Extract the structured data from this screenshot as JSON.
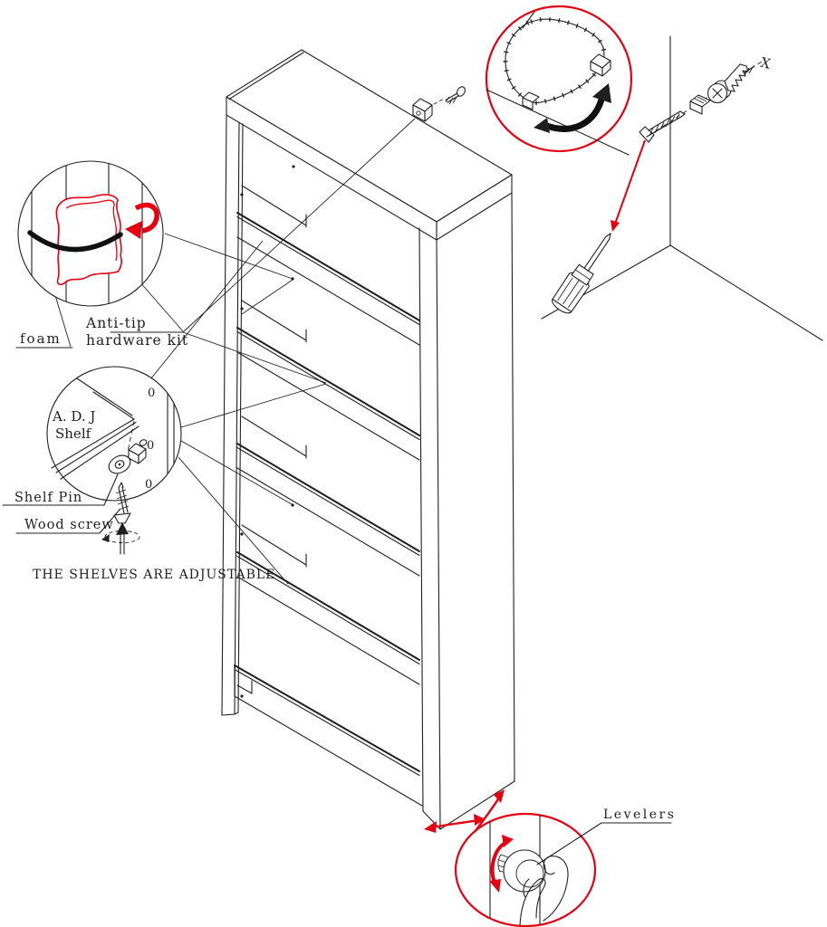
{
  "labels": {
    "foam": "foam",
    "anti_tip_line1": "Anti-tip",
    "anti_tip_line2": "hardware kit",
    "adj_shelf_line1": "A. D. J",
    "adj_shelf_line2": "Shelf",
    "shelf_pin": "Shelf Pin",
    "wood_screw": "Wood screw",
    "shelves_note": "THE SHELVES ARE ADJUSTABLE",
    "levelers": "Levelers",
    "wall_axis": "X",
    "pin_hole": "0"
  },
  "icons": {
    "rotate_arrow": "curved-rotation-arrow",
    "direction_arrow": "red-direction-arrow",
    "tighten_arrow": "double-curved-rotation-arrow"
  },
  "colors": {
    "line": "#1f1f1f",
    "accent_red": "#e60012",
    "background": "#ffffff"
  }
}
